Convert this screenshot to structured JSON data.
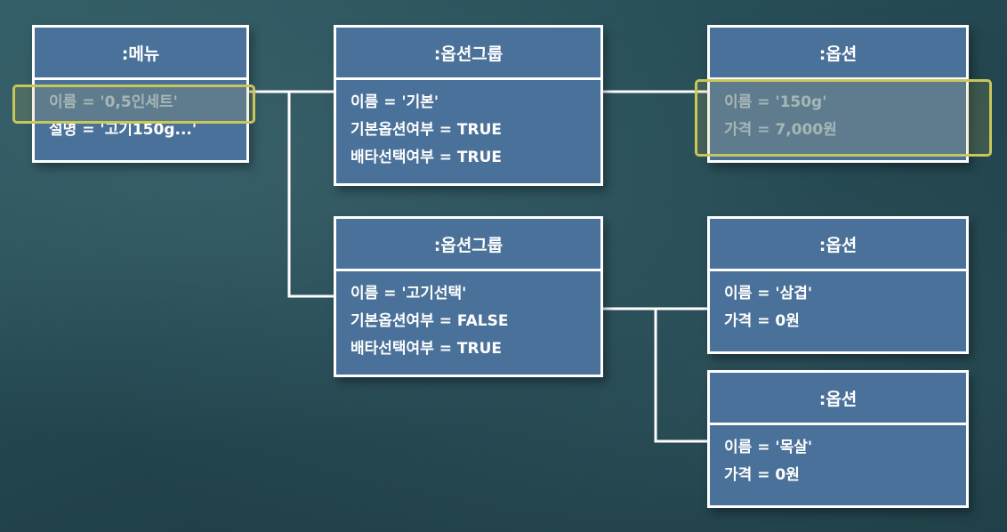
{
  "objects": {
    "menu": {
      "title": ":메뉴",
      "attrs": [
        "이름 = '0,5인세트'",
        "설명 = '고기150g...'"
      ]
    },
    "group_basic": {
      "title": ":옵션그룹",
      "attrs": [
        "이름 = '기본'",
        "기본옵션여부 = TRUE",
        "배타선택여부 = TRUE"
      ]
    },
    "option_150g": {
      "title": ":옵션",
      "attrs": [
        "이름 = '150g'",
        "가격 = 7,000원"
      ]
    },
    "group_meat": {
      "title": ":옵션그룹",
      "attrs": [
        "이름 = '고기선택'",
        "기본옵션여부 = FALSE",
        "배타선택여부 = TRUE"
      ]
    },
    "option_samgyeop": {
      "title": ":옵션",
      "attrs": [
        "이름 = '삼겹'",
        "가격 = 0원"
      ]
    },
    "option_moksal": {
      "title": ":옵션",
      "attrs": [
        "이름 = '목살'",
        "가격 = 0원"
      ]
    }
  },
  "colors": {
    "box_fill": "#4a7199",
    "box_border": "#ffffff",
    "highlight": "#c9c65a",
    "background": "#23464f"
  }
}
